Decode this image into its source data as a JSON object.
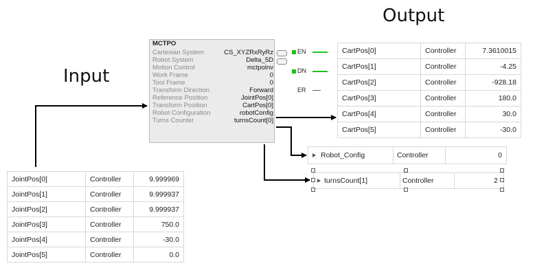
{
  "labels": {
    "output": "Output",
    "input": "Input"
  },
  "block": {
    "title": "MCTPO",
    "rows": [
      {
        "name": "Cartesian System",
        "value": "CS_XYZRxRyRz"
      },
      {
        "name": "Robot System",
        "value": "Delta_5D"
      },
      {
        "name": "Motion Control",
        "value": "mctpolnv"
      },
      {
        "name": "Work Frame",
        "value": "0"
      },
      {
        "name": "Tool Frame",
        "value": "0"
      },
      {
        "name": "Transform Direction",
        "value": "Forward"
      },
      {
        "name": "Reference Position",
        "value": "JointPos[0]"
      },
      {
        "name": "Transform Position",
        "value": "CartPos[0]"
      },
      {
        "name": "Robot Configuration",
        "value": "robotConfig"
      },
      {
        "name": "Turns Counter",
        "value": "turnsCount[0]"
      }
    ]
  },
  "status": {
    "en": "EN",
    "dn": "DN",
    "er": "ER"
  },
  "cart_table": [
    {
      "tag": "CartPos[0]",
      "scope": "Controller",
      "value": "7.3610015"
    },
    {
      "tag": "CartPos[1]",
      "scope": "Controller",
      "value": "-4.25"
    },
    {
      "tag": "CartPos[2]",
      "scope": "Controller",
      "value": "-928.18"
    },
    {
      "tag": "CartPos[3]",
      "scope": "Controller",
      "value": "180.0"
    },
    {
      "tag": "CartPos[4]",
      "scope": "Controller",
      "value": "30.0"
    },
    {
      "tag": "CartPos[5]",
      "scope": "Controller",
      "value": "-30.0"
    }
  ],
  "robot_config": {
    "tag": "Robot_Config",
    "scope": "Controller",
    "value": "0"
  },
  "turns_count": {
    "tag": "turnsCount[1]",
    "scope": "Controller",
    "value": "2"
  },
  "joint_table": [
    {
      "tag": "JointPos[0]",
      "scope": "Controller",
      "value": "9.999969"
    },
    {
      "tag": "JointPos[1]",
      "scope": "Controller",
      "value": "9.999937"
    },
    {
      "tag": "JointPos[2]",
      "scope": "Controller",
      "value": "9.999937"
    },
    {
      "tag": "JointPos[3]",
      "scope": "Controller",
      "value": "750.0"
    },
    {
      "tag": "JointPos[4]",
      "scope": "Controller",
      "value": "-30.0"
    },
    {
      "tag": "JointPos[5]",
      "scope": "Controller",
      "value": "0.0"
    }
  ],
  "colors": {
    "lamp": "#1ac21a",
    "arrow": "#000000",
    "block_bg": "#ebebeb"
  }
}
